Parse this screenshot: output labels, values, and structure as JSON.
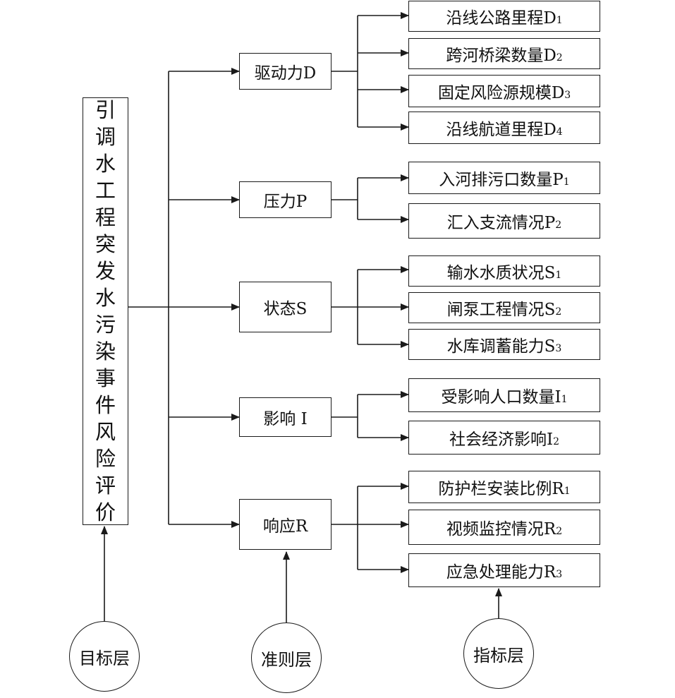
{
  "target": {
    "label": "引调水工程突发水污染事件风险评价"
  },
  "layers": {
    "target": "目标层",
    "criteria": "准则层",
    "indicator": "指标层"
  },
  "criteria": [
    {
      "label": "驱动力D",
      "indicators": [
        {
          "text": "沿线公路里程D",
          "sub": "1"
        },
        {
          "text": "跨河桥梁数量D",
          "sub": "2"
        },
        {
          "text": "固定风险源规模D",
          "sub": "3"
        },
        {
          "text": "沿线航道里程D",
          "sub": "4"
        }
      ]
    },
    {
      "label": "压力P",
      "indicators": [
        {
          "text": "入河排污口数量P",
          "sub": "1"
        },
        {
          "text": "汇入支流情况P",
          "sub": "2"
        }
      ]
    },
    {
      "label": "状态S",
      "indicators": [
        {
          "text": "输水水质状况S",
          "sub": "1"
        },
        {
          "text": "闸泵工程情况S",
          "sub": "2"
        },
        {
          "text": "水库调蓄能力S",
          "sub": "3"
        }
      ]
    },
    {
      "label": "影响 I",
      "indicators": [
        {
          "text": "受影响人口数量I",
          "sub": "1"
        },
        {
          "text": "社会经济影响I",
          "sub": "2"
        }
      ]
    },
    {
      "label": "响应R",
      "indicators": [
        {
          "text": "防护栏安装比例R",
          "sub": "1"
        },
        {
          "text": "视频监控情况R",
          "sub": "2"
        },
        {
          "text": "应急处理能力R",
          "sub": "3"
        }
      ]
    }
  ]
}
